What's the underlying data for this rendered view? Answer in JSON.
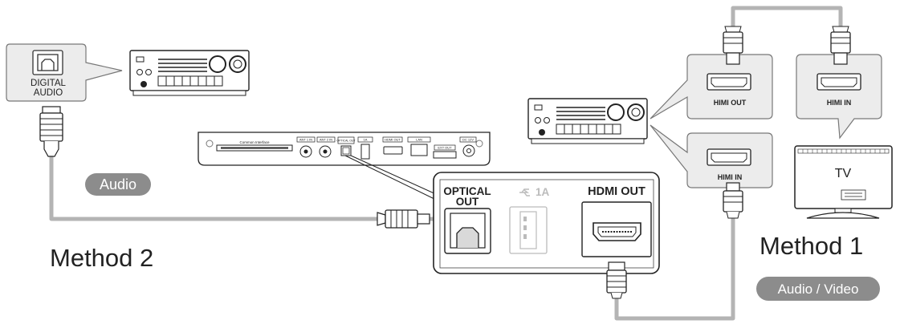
{
  "labels": {
    "digital_audio_line1": "DIGITAL",
    "digital_audio_line2": "AUDIO",
    "audio_badge": "Audio",
    "method2": "Method 2",
    "method1": "Method 1",
    "av_badge": "Audio / Video",
    "tv": "TV",
    "himi_out": "HIMI OUT",
    "himi_in_tv": "HIMI IN",
    "himi_in_receiver": "HIMI IN",
    "optical_out_line1": "OPTICAL",
    "optical_out_line2": "OUT",
    "usb_1a": "1A",
    "hdmi_out_panel": "HDMI OUT",
    "player_common_interface": "Common Interface",
    "player_ant1": "ANT 1 IN",
    "player_ant2": "ANT 2 IN",
    "player_optical": "OPTICAL OUT",
    "player_usb": "1A",
    "player_hdmi": "HDMI OUT",
    "player_lan": "LAN",
    "player_ext": "EXT OUT",
    "player_dc": "DC 12V"
  },
  "colors": {
    "cable": "#b4b4b4",
    "badge": "#8c8c8c",
    "callout_fill": "#ececec",
    "callout_stroke": "#777777"
  },
  "icons": [
    "optical-port-icon",
    "hdmi-port-icon",
    "usb-port-icon",
    "hdmi-plug-icon",
    "optical-plug-icon",
    "av-receiver-icon",
    "tv-icon",
    "bluray-player-icon"
  ]
}
